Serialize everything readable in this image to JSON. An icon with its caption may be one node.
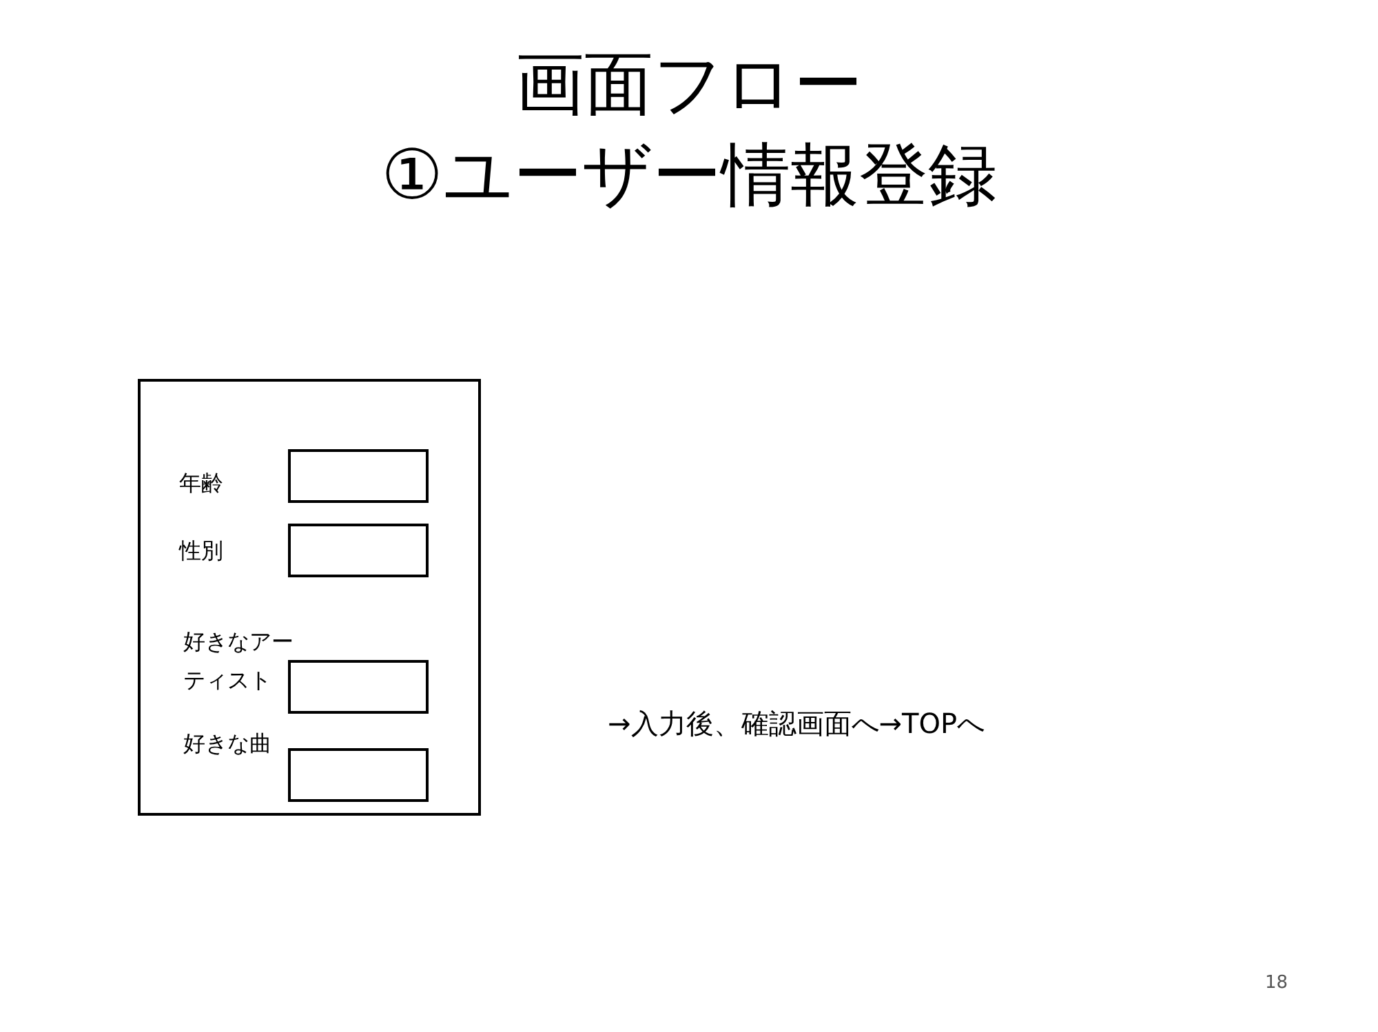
{
  "diagram": {
    "title": "画面フロー ①ユーザー情報登録",
    "nodes": [
      {
        "text": [],
        "shape": "box"
      },
      {
        "text": [],
        "shape": "box",
        "in": 0,
        "beside": [
          "年齢"
        ]
      },
      {
        "text": [],
        "shape": "box",
        "in": 0,
        "beside": [
          "性別"
        ]
      },
      {
        "text": [],
        "shape": "box",
        "in": 0,
        "beside": [
          "好きなアーティスト"
        ]
      },
      {
        "text": [],
        "shape": "box",
        "in": 0,
        "beside": [
          "好きな曲"
        ]
      }
    ],
    "labels": [
      "→入力後、確認画面へ→TOPへ",
      "18"
    ]
  }
}
